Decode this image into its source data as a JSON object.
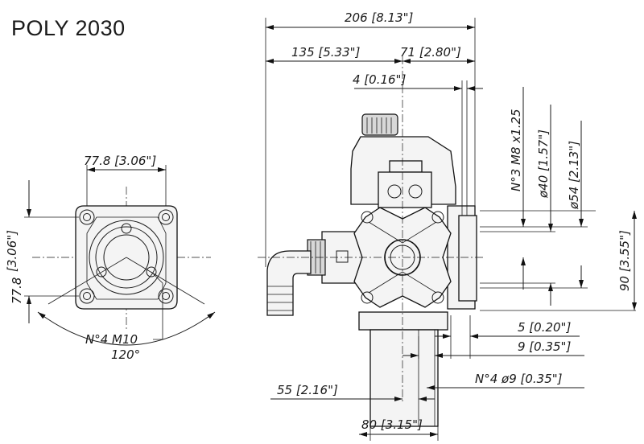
{
  "title": "POLY 2030",
  "dims": {
    "w206": "206 [8.13\"]",
    "w135": "135 [5.33\"]",
    "w71": "71 [2.80\"]",
    "w4": "4 [0.16\"]",
    "w5": "5 [0.20\"]",
    "w9": "9 [0.35\"]",
    "holes": "N°4 ø9 [0.35\"]",
    "w55": "55 [2.16\"]",
    "w80": "80 [3.15\"]",
    "thread": "N°3 M8 x1.25",
    "d40": "ø40 [1.57\"]",
    "d54": "ø54 [2.13\"]",
    "h90": "90 [3.55\"]",
    "front_w": "77.8 [3.06\"]",
    "front_h1": "77.8",
    "front_h2": "[3.06\"]",
    "bolts": "N°4  M10",
    "angle": "120°"
  },
  "colors": {
    "line": "#1a1a1a",
    "fill": "#f4f4f4"
  }
}
